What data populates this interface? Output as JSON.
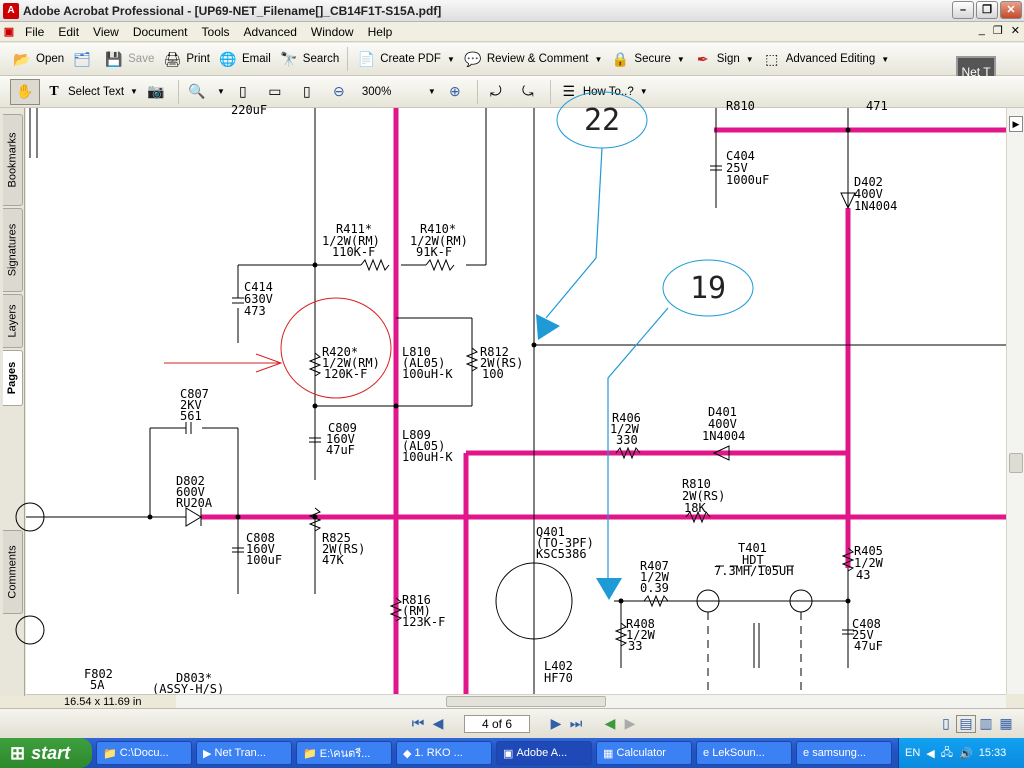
{
  "window": {
    "title": "Adobe Acrobat Professional - [UP69-NET_Filename[]_CB14F1T-S15A.pdf]"
  },
  "menu": [
    "File",
    "Edit",
    "View",
    "Document",
    "Tools",
    "Advanced",
    "Window",
    "Help"
  ],
  "toolbar1": {
    "open": "Open",
    "save": "Save",
    "print": "Print",
    "email": "Email",
    "search": "Search",
    "create_pdf": "Create PDF",
    "review": "Review & Comment",
    "secure": "Secure",
    "sign": "Sign",
    "advanced_editing": "Advanced Editing",
    "net_label": "Net T"
  },
  "toolbar2": {
    "select_text": "Select Text",
    "zoom": "300%",
    "howto": "How To..?"
  },
  "side_tabs": [
    "Bookmarks",
    "Signatures",
    "Layers",
    "Pages",
    "Comments"
  ],
  "status": {
    "page_size": "16.54 x 11.69 in",
    "page_indicator": "4 of 6"
  },
  "taskbar": {
    "start": "start",
    "items": [
      "C:\\Docu...",
      "Net Tran...",
      "E:\\คนตรี...",
      "1. RKO ...",
      "Adobe A...",
      "Calculator",
      "LekSoun...",
      "samsung..."
    ],
    "lang": "EN",
    "clock": "15:33"
  },
  "schematic": {
    "callouts": [
      "22",
      "19"
    ],
    "labels": [
      "220uF",
      "R411*",
      "1/2W(RM)",
      "110K-F",
      "R410*",
      "1/2W(RM)",
      "91K-F",
      "C414",
      "630V",
      "473",
      "R420*",
      "1/2W(RM)",
      "120K-F",
      "L810",
      "(AL05)",
      "100uH-K",
      "R812",
      "2W(RS)",
      "100",
      "C807",
      "2KV",
      "561",
      "C809",
      "160V",
      "47uF",
      "L809",
      "(AL05)",
      "100uH-K",
      "D802",
      "600V",
      "RU20A",
      "C808",
      "160V",
      "100uF",
      "R825",
      "2W(RS)",
      "47K",
      "R816",
      "(RM)",
      "123K-F",
      "F802",
      "5A",
      "D803*",
      "(ASSY-H/S)",
      "C404",
      "25V",
      "1000uF",
      "D402",
      "400V",
      "1N4004",
      "R406",
      "1/2W",
      "330",
      "D401",
      "400V",
      "1N4004",
      "R810",
      "2W(RS)",
      "18K",
      "Q401",
      "(TO-3PF)",
      "KSC5386",
      "R407",
      "1/2W",
      "0.39",
      "T401",
      "HDT",
      "7.3MH/105UH",
      "R405",
      "1/2W",
      "43",
      "R408",
      "1/2W",
      "33",
      "C408",
      "25V",
      "47uF",
      "L402",
      "HF70",
      "R810",
      "471"
    ]
  }
}
